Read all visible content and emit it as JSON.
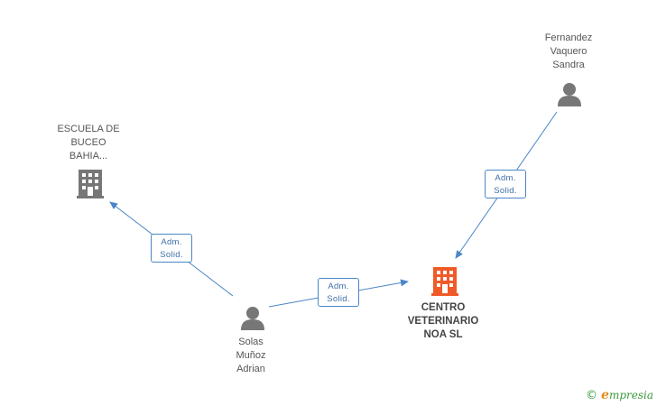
{
  "nodes": {
    "escuela": {
      "lines": [
        "ESCUELA DE",
        "BUCEO",
        "BAHIA..."
      ]
    },
    "centro": {
      "lines": [
        "CENTRO",
        "VETERINARIO",
        "NOA SL"
      ]
    },
    "fernandez": {
      "lines": [
        "Fernandez",
        "Vaquero",
        "Sandra"
      ]
    },
    "solas": {
      "lines": [
        "Solas",
        "Muñoz",
        "Adrian"
      ]
    }
  },
  "edges": {
    "solas_escuela": {
      "line1": "Adm.",
      "line2": "Solid."
    },
    "solas_centro": {
      "line1": "Adm.",
      "line2": "Solid."
    },
    "fernandez_centro": {
      "line1": "Adm.",
      "line2": "Solid."
    }
  },
  "colors": {
    "edge": "#4a86c8",
    "company_gray": "#777777",
    "company_main": "#f05a28",
    "person": "#777777"
  },
  "watermark": {
    "copyright": "©",
    "brand_initial": "e",
    "brand_rest": "mpresia"
  }
}
